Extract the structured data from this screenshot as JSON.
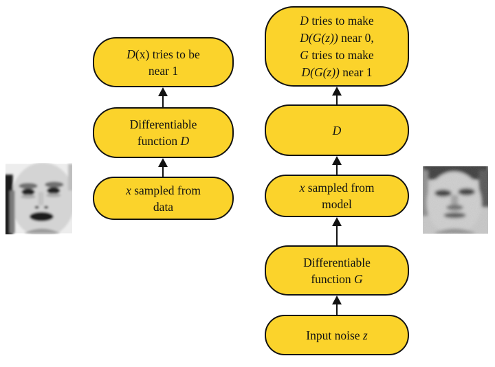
{
  "colors": {
    "node_fill": "#FBD32B",
    "node_border": "#121212",
    "arrow": "#121212",
    "canvas_bg": "#FFFFFF"
  },
  "nodes": {
    "left": [
      {
        "id": "real-output",
        "lines": [
          [
            {
              "text": "D",
              "italic": true
            },
            {
              "text": "(x) tries to be",
              "italic": false
            }
          ],
          [
            {
              "text": "near 1",
              "italic": false
            }
          ]
        ]
      },
      {
        "id": "discriminator",
        "lines": [
          [
            {
              "text": "Differentiable",
              "italic": false
            }
          ],
          [
            {
              "text": "function ",
              "italic": false
            },
            {
              "text": "D",
              "italic": true
            }
          ]
        ]
      },
      {
        "id": "data-sample",
        "lines": [
          [
            {
              "text": "x",
              "italic": true
            },
            {
              "text": " sampled from",
              "italic": false
            }
          ],
          [
            {
              "text": "data",
              "italic": false
            }
          ]
        ]
      }
    ],
    "right": [
      {
        "id": "fake-output",
        "lines": [
          [
            {
              "text": "D",
              "italic": true
            },
            {
              "text": " tries to make",
              "italic": false
            }
          ],
          [
            {
              "text": "D(G(z))",
              "italic": true
            },
            {
              "text": " near 0,",
              "italic": false
            }
          ],
          [
            {
              "text": "G",
              "italic": true
            },
            {
              "text": " tries to make",
              "italic": false
            }
          ],
          [
            {
              "text": "D(G(z))",
              "italic": true
            },
            {
              "text": " near 1",
              "italic": false
            }
          ]
        ]
      },
      {
        "id": "discriminator-d",
        "lines": [
          [
            {
              "text": "D",
              "italic": true
            }
          ]
        ]
      },
      {
        "id": "model-sample",
        "lines": [
          [
            {
              "text": "x",
              "italic": true
            },
            {
              "text": " sampled from",
              "italic": false
            }
          ],
          [
            {
              "text": "model",
              "italic": false
            }
          ]
        ]
      },
      {
        "id": "generator",
        "lines": [
          [
            {
              "text": "Differentiable",
              "italic": false
            }
          ],
          [
            {
              "text": "function ",
              "italic": false
            },
            {
              "text": "G",
              "italic": true
            }
          ]
        ]
      },
      {
        "id": "noise-input",
        "lines": [
          [
            {
              "text": "Input noise ",
              "italic": false
            },
            {
              "text": "z",
              "italic": true
            }
          ]
        ]
      }
    ]
  },
  "images": {
    "left": {
      "alt": "grayscale photograph of a real face"
    },
    "right": {
      "alt": "blurry grayscale model-generated face"
    }
  }
}
